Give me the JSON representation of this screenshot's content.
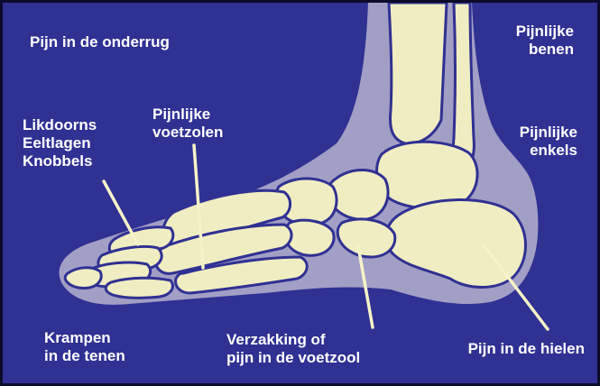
{
  "labels": {
    "lower_back": "Pijn in de onderrug",
    "legs": [
      "Pijnlijke",
      "benen"
    ],
    "ankles": [
      "Pijnlijke",
      "enkels"
    ],
    "corns": [
      "Likdoorns",
      "Eeltlagen",
      "Knobbels"
    ],
    "soles": [
      "Pijnlijke",
      "voetzolen"
    ],
    "cramps": [
      "Krampen",
      "in de tenen"
    ],
    "arch": [
      "Verzakking of",
      "pijn in de voetzool"
    ],
    "heels": "Pijn in de hielen"
  },
  "colors": {
    "background": "#2f3193",
    "foot_silhouette": "#a29fc6",
    "bone_fill": "#f1edc2",
    "bone_outline": "#2f3193",
    "pointer_line": "#f6f3c8",
    "text": "#ffffff"
  }
}
